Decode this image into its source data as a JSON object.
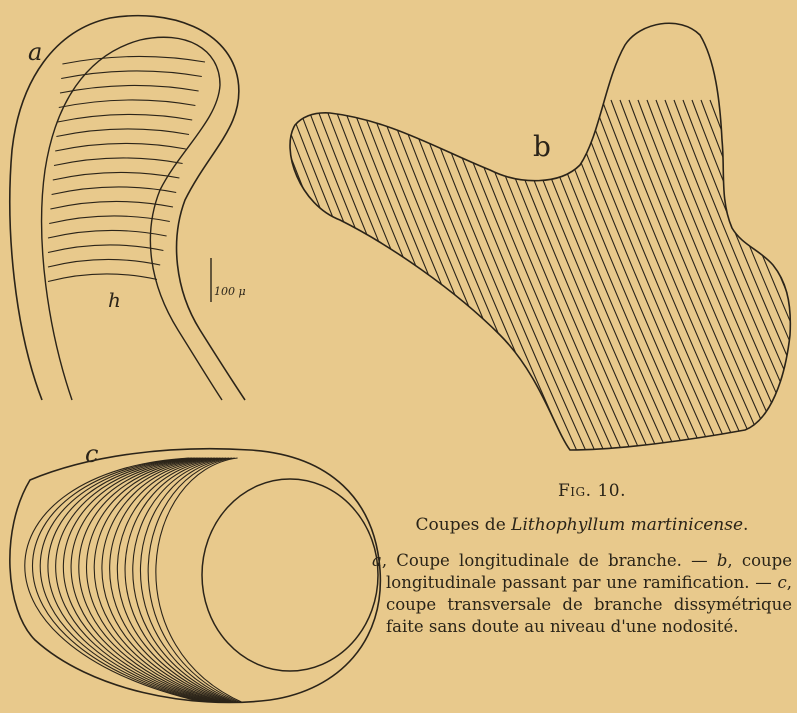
{
  "figure": {
    "panels": {
      "a": {
        "label": "a",
        "sub_label": "h",
        "scale_bar": "100 μ"
      },
      "b": {
        "label": "b"
      },
      "c": {
        "label": "c"
      }
    }
  },
  "caption": {
    "number_prefix": "Fig.",
    "number": "10.",
    "title_prefix": "Coupes de ",
    "title_species": "Lithophyllum martinicense",
    "title_suffix": ".",
    "legend": [
      {
        "letter": "a",
        "text": ", Coupe longitudinale de branche. — "
      },
      {
        "letter": "b",
        "text": ", coupe longitudinale passant par une ramification. — "
      },
      {
        "letter": "c",
        "text": ", coupe transversale de branche dissymétrique faite sans doute au niveau d'une nodosité."
      }
    ]
  },
  "colors": {
    "paper": "#e8c98c",
    "ink": "#2b2419"
  }
}
